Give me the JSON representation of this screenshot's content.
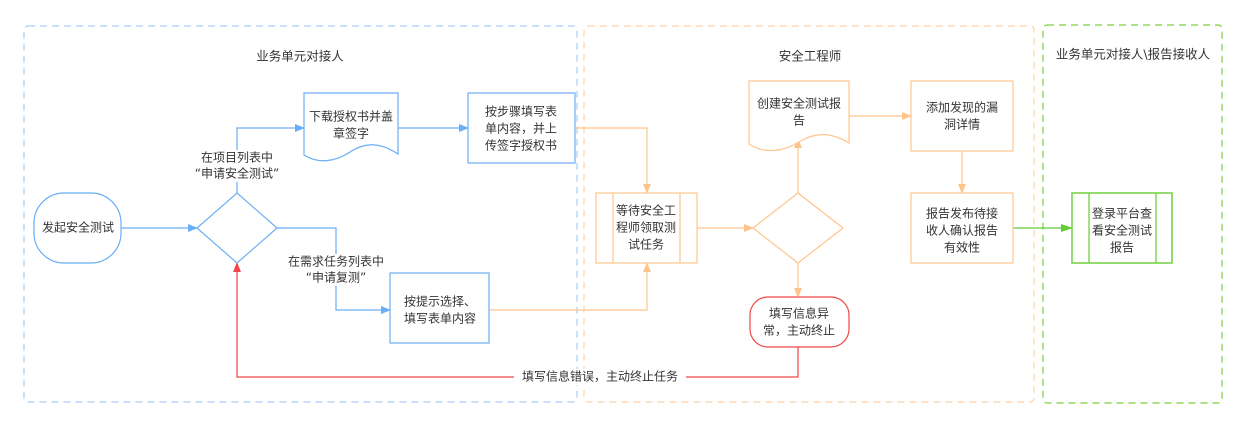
{
  "colors": {
    "blue": "#6aaef5",
    "orange": "#ffc48c",
    "red": "#f04848",
    "green": "#66cc33",
    "lane_blue": "#a9d0f5",
    "lane_orange": "#ffd2a6",
    "lane_green": "#8fd85a"
  },
  "lanes": [
    {
      "title": "业务单元对接人"
    },
    {
      "title": "安全工程师"
    },
    {
      "title": "业务单元对接人\\报告接收人"
    }
  ],
  "nodes": {
    "start": [
      "发起安全测试"
    ],
    "download_doc": [
      "下载授权书并盖",
      "章签字"
    ],
    "fill_steps": [
      "按步骤填写表",
      "单内容，并上",
      "传签字授权书"
    ],
    "fill_hint": [
      "按提示选择、",
      "填写表单内容"
    ],
    "wait_engineer": [
      "等待安全工",
      "程师领取测",
      "试任务"
    ],
    "create_report": [
      "创建安全测试报",
      "告"
    ],
    "add_vuln": [
      "添加发现的漏",
      "洞详情"
    ],
    "publish_report": [
      "报告发布待接",
      "收人确认报告",
      "有效性"
    ],
    "view_report": [
      "登录平台查",
      "看安全测试",
      "报告"
    ],
    "abort": [
      "填写信息异",
      "常，主动终止"
    ]
  },
  "edge_labels": {
    "apply_test": [
      "在项目列表中",
      "“申请安全测试”"
    ],
    "apply_retest": [
      "在需求任务列表中",
      "“申请复测”"
    ],
    "error_abort": "填写信息错误，主动终止任务"
  }
}
